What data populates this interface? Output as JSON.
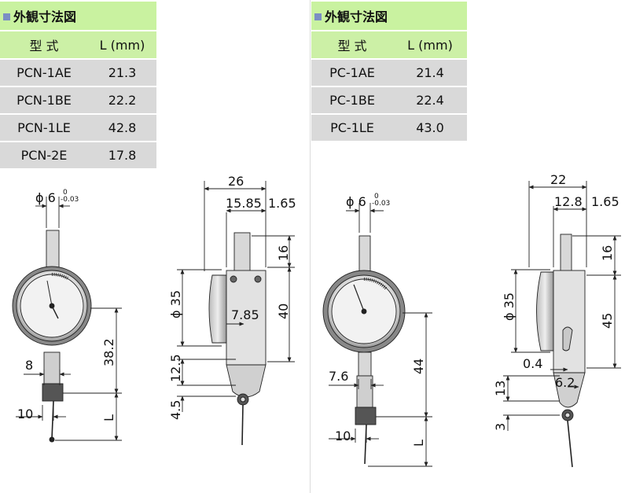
{
  "left": {
    "heading": "外観寸法図",
    "col_type": "型 式",
    "col_len": "L (mm)",
    "rows": [
      {
        "type": "PCN-1AE",
        "len": "21.3"
      },
      {
        "type": "PCN-1BE",
        "len": "22.2"
      },
      {
        "type": "PCN-1LE",
        "len": "42.8"
      },
      {
        "type": "PCN-2E",
        "len": "17.8"
      }
    ],
    "dims": {
      "stem_dia": "ϕ 6",
      "stem_tol_up": "0",
      "stem_tol_dn": "-0.03",
      "w_total": "26",
      "w_body": "15.85",
      "w_lip": "1.65",
      "h_top": "16",
      "h_body": "40",
      "dial_dia": "ϕ 35",
      "offset": "7.85",
      "h_lower": "12.5",
      "h_tip": "4.5",
      "front_38": "38.2",
      "front_8": "8",
      "front_10": "10",
      "front_L": "L"
    }
  },
  "right": {
    "heading": "外観寸法図",
    "col_type": "型 式",
    "col_len": "L (mm)",
    "rows": [
      {
        "type": "PC-1AE",
        "len": "21.4"
      },
      {
        "type": "PC-1BE",
        "len": "22.4"
      },
      {
        "type": "PC-1LE",
        "len": "43.0"
      }
    ],
    "dims": {
      "stem_dia": "ϕ 6",
      "stem_tol_up": "0",
      "stem_tol_dn": "-0.03",
      "front_76": "7.6",
      "front_44": "44",
      "front_10": "10",
      "front_L": "L",
      "w_total": "22",
      "w_body": "12.8",
      "w_lip": "1.65",
      "h_top": "16",
      "h_body": "45",
      "dial_dia": "ϕ 35",
      "w_04": "0.4",
      "w_62": "6.2",
      "h_13": "13",
      "h_3": "3"
    }
  }
}
